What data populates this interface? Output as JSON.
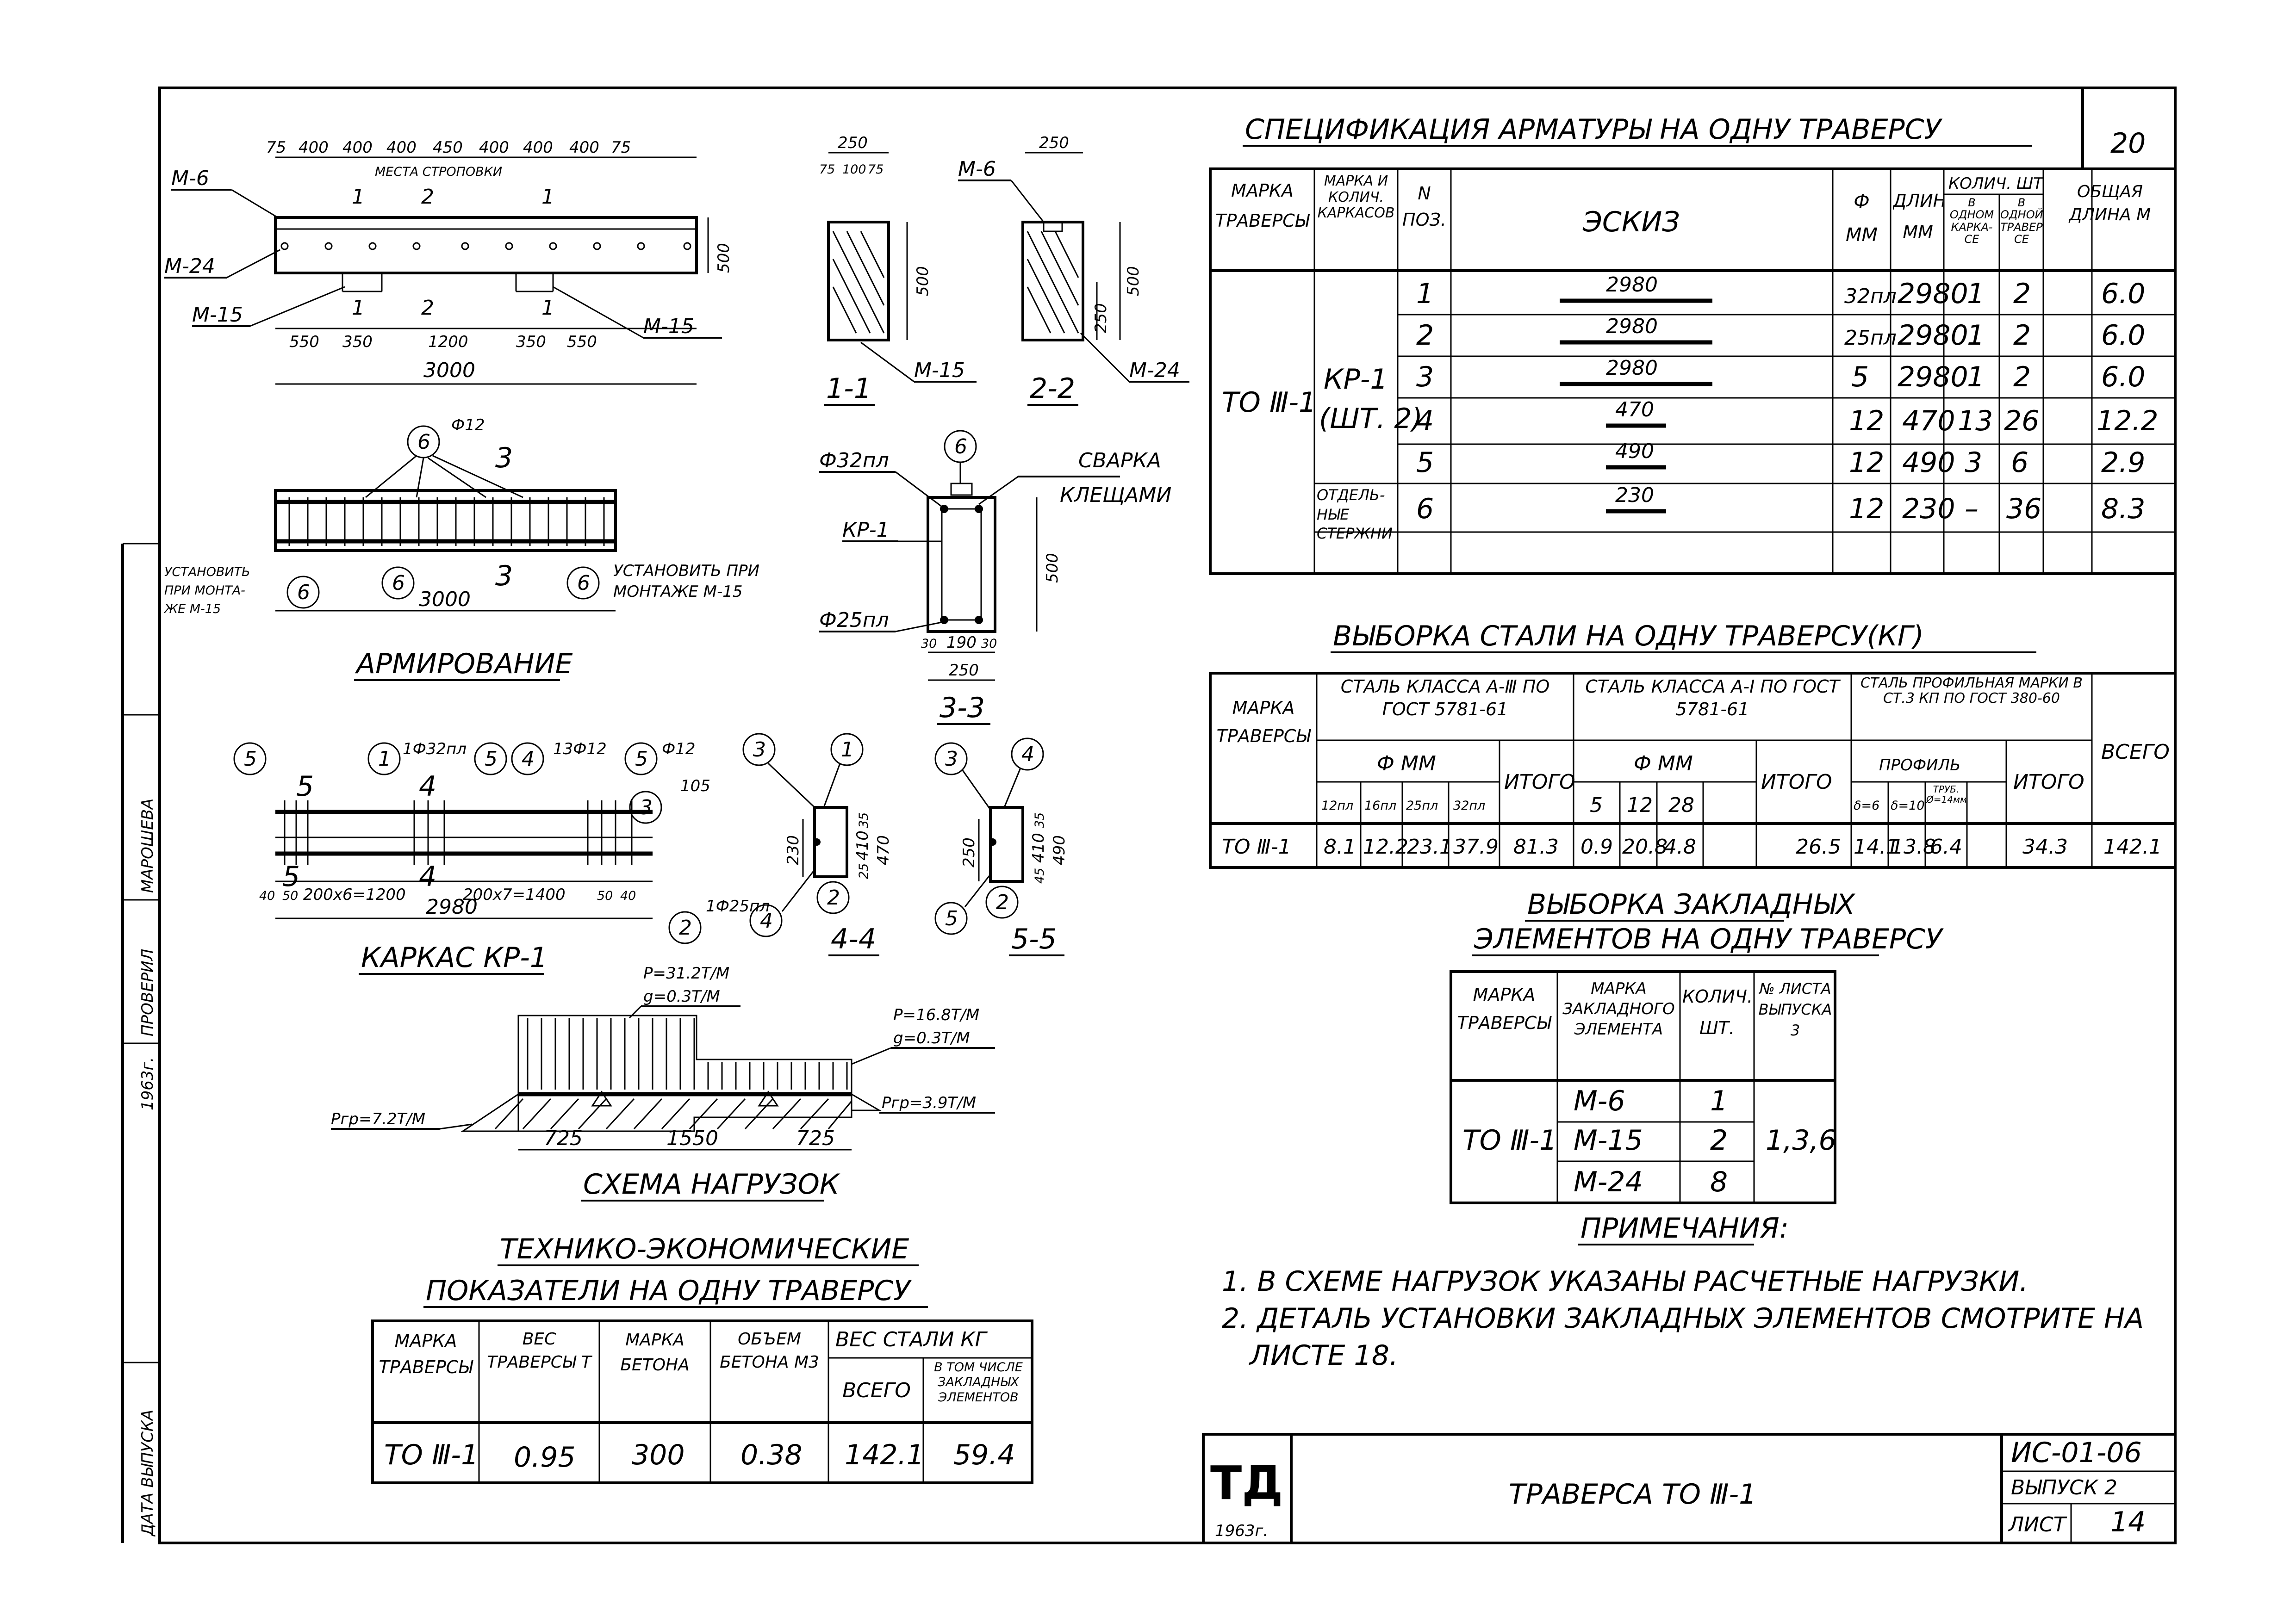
{
  "sheet": {
    "number": "20",
    "designation": "ИС-01-06",
    "issue": "ВЫПУСК 2",
    "sheet_label": "ЛИСТ",
    "sheet_no": "14",
    "title": "ТРАВЕРСА ТО Ⅲ-1",
    "logo_text": "ТД",
    "logo_year": "1963г.",
    "side_stamp": [
      "ДАТА ВЫПУСКА",
      "1963г.",
      "ПРОВЕРИЛ",
      "МАРОШЕВА"
    ]
  },
  "spec": {
    "title": "СПЕЦИФИКАЦИЯ АРМАТУРЫ НА ОДНУ ТРАВЕРСУ",
    "headers": {
      "brand": "МАРКА ТРАВЕРСЫ",
      "frames": "МАРКА И КОЛИЧ. КАРКАСОВ",
      "pos": "N ПОЗ.",
      "sketch": "ЭСКИЗ",
      "dia": "Ф ММ",
      "len": "ДЛИНА ММ",
      "qty": "КОЛИЧ. ШТ",
      "qty_frame": "В ОДНОМ КАРКА-СЕ",
      "qty_beam": "В ОДНОЙ ТРАВЕР-СЕ",
      "total": "ОБЩАЯ ДЛИНА М"
    },
    "brand": "ТО Ⅲ-1",
    "frame": [
      "КР-1",
      "(ШТ. 2)"
    ],
    "separate": "ОТДЕЛЬ- НЫЕ СТЕРЖНИ",
    "rows": [
      {
        "pos": "1",
        "sketch": "2980",
        "dia": "32пл",
        "len": "2980",
        "qf": "1",
        "qb": "2",
        "total": "6.0"
      },
      {
        "pos": "2",
        "sketch": "2980",
        "dia": "25пл",
        "len": "2980",
        "qf": "1",
        "qb": "2",
        "total": "6.0"
      },
      {
        "pos": "3",
        "sketch": "2980",
        "dia": "5",
        "len": "2980",
        "qf": "1",
        "qb": "2",
        "total": "6.0"
      },
      {
        "pos": "4",
        "sketch": "470",
        "dia": "12",
        "len": "470",
        "qf": "13",
        "qb": "26",
        "total": "12.2"
      },
      {
        "pos": "5",
        "sketch": "490",
        "dia": "12",
        "len": "490",
        "qf": "3",
        "qb": "6",
        "total": "2.9"
      },
      {
        "pos": "6",
        "sketch": "230",
        "dia": "12",
        "len": "230",
        "qf": "–",
        "qb": "36",
        "total": "8.3"
      }
    ]
  },
  "steel": {
    "title": "ВЫБОРКА СТАЛИ НА ОДНУ ТРАВЕРСУ(КГ)",
    "h_brand": "МАРКА ТРАВЕРСЫ",
    "h_a3": "СТАЛЬ КЛАССА А-Ⅲ ПО ГОСТ 5781-61",
    "h_a1": "СТАЛЬ КЛАССА А-Ⅰ ПО ГОСТ 5781-61",
    "h_prof": "СТАЛЬ ПРОФИЛЬНАЯ МАРКИ В СТ.3 КП ПО ГОСТ 380-60",
    "h_total": "ВСЕГО",
    "h_dia": "Ф ММ",
    "h_profile": "ПРОФИЛЬ",
    "h_itogo": "ИТОГО",
    "sub_a3": [
      "12пл",
      "16пл",
      "25пл",
      "32пл"
    ],
    "sub_a1": [
      "5",
      "12",
      "28"
    ],
    "sub_prof": [
      "δ=6",
      "δ=10",
      "ТРУБ. Ø=14мм"
    ],
    "row": {
      "brand": "ТО Ⅲ-1",
      "a3": [
        "8.1",
        "12.2",
        "23.1",
        "37.9"
      ],
      "a3_total": "81.3",
      "a1": [
        "0.9",
        "20.8",
        "4.8"
      ],
      "a1_total": "26.5",
      "prof": [
        "14.1",
        "13.8",
        "6.4"
      ],
      "prof_total": "34.3",
      "total": "142.1"
    }
  },
  "embed": {
    "title1": "ВЫБОРКА ЗАКЛАДНЫХ",
    "title2": "ЭЛЕМЕНТОВ НА ОДНУ ТРАВЕРСУ",
    "h_brand": "МАРКА ТРАВЕРСЫ",
    "h_elem": "МАРКА ЗАКЛАДНОГО ЭЛЕМЕНТА",
    "h_qty": "КОЛИЧ. ШТ.",
    "h_sheet": "№ ЛИСТА ВЫПУСКА 3",
    "brand": "ТО Ⅲ-1",
    "rows": [
      {
        "el": "М-6",
        "qty": "1"
      },
      {
        "el": "М-15",
        "qty": "2"
      },
      {
        "el": "М-24",
        "qty": "8"
      }
    ],
    "sheets": "1,3,6"
  },
  "notes": {
    "title": "ПРИМЕЧАНИЯ:",
    "n1": "1. В СХЕМЕ НАГРУЗОК УКАЗАНЫ РАСЧЕТНЫЕ НАГРУЗКИ.",
    "n2": "2. ДЕТАЛЬ УСТАНОВКИ ЗАКЛАДНЫХ ЭЛЕМЕНТОВ СМОТРИТЕ НА",
    "n3": "ЛИСТЕ 18."
  },
  "tech": {
    "title1": "ТЕХНИКО-ЭКОНОМИЧЕСКИЕ",
    "title2": "ПОКАЗАТЕЛИ НА ОДНУ ТРАВЕРСУ",
    "h_brand": "МАРКА ТРАВЕРСЫ",
    "h_weight": "ВЕС ТРАВЕРСЫ Т",
    "h_concrete": "МАРКА БЕТОНА",
    "h_volume": "ОБЪЕМ БЕТОНА М3",
    "h_steel": "ВЕС СТАЛИ КГ",
    "h_all": "ВСЕГО",
    "h_incl": "В ТОМ ЧИСЛЕ ЗАКЛАДНЫХ ЭЛЕМЕНТОВ",
    "row": {
      "brand": "ТО Ⅲ-1",
      "weight": "0.95",
      "concrete": "300",
      "volume": "0.38",
      "all": "142.1",
      "incl": "59.4"
    }
  },
  "beam": {
    "top_dims": [
      "75",
      "400",
      "400",
      "400",
      "450",
      "400",
      "400",
      "400",
      "75"
    ],
    "bottom_dims": [
      "550",
      "350",
      "1200",
      "350",
      "550"
    ],
    "total": "3000",
    "height": "500",
    "lift_label": "МЕСТА СТРОПОВКИ",
    "labels": [
      "М-6",
      "М-24",
      "М-15",
      "М-15"
    ],
    "cut_marks": [
      "1",
      "2",
      "1",
      "1",
      "2",
      "1"
    ]
  },
  "sec11": {
    "dims": [
      "250",
      "75",
      "100",
      "75"
    ],
    "h": "500",
    "label": "М-15",
    "title": "1-1"
  },
  "sec22": {
    "w": "250",
    "h1": "250",
    "h2": "500",
    "labels": [
      "М-6",
      "М-24"
    ],
    "title": "2-2"
  },
  "arm": {
    "title": "АРМИРОВАНИЕ",
    "phi": "Ф12",
    "len": "3000",
    "cut": "3",
    "pos": "6",
    "note_l": [
      "УСТАНОВИТЬ",
      "ПРИ МОНТА-",
      "ЖЕ М-15"
    ],
    "note_r": [
      "УСТАНОВИТЬ ПРИ",
      "МОНТАЖЕ М-15"
    ]
  },
  "sec33": {
    "title": "3-3",
    "labels": [
      "Ф32пл",
      "КР-1",
      "Ф25пл"
    ],
    "weld": [
      "СВАРКА",
      "КЛЕЩАМИ"
    ],
    "dims": [
      "30",
      "190",
      "30",
      "250"
    ],
    "h": "500",
    "pos": "6"
  },
  "frame": {
    "title": "КАРКАС КР-1",
    "len": "2980",
    "d1": "200x6=1200",
    "d2": "200x7=1400",
    "ends": [
      "40",
      "50",
      "50",
      "40"
    ],
    "labels": [
      "1Ф32пл",
      "13Ф12",
      "Ф12",
      "1Ф25пл"
    ],
    "pos": [
      "5",
      "1",
      "5",
      "4",
      "5",
      "3",
      "2"
    ],
    "cuts": [
      "5",
      "4",
      "5"
    ],
    "d105": "105"
  },
  "sec44": {
    "title": "4-4",
    "dims": [
      "35",
      "410",
      "25",
      "470",
      "230"
    ],
    "pos": [
      "3",
      "1",
      "2",
      "4"
    ]
  },
  "sec55": {
    "title": "5-5",
    "dims": [
      "35",
      "410",
      "45",
      "490",
      "250"
    ],
    "pos": [
      "3",
      "4",
      "5",
      "2"
    ]
  },
  "loads": {
    "title": "СХЕМА НАГРУЗОК",
    "p1": "P=31.2Т/М",
    "g1": "g=0.3Т/М",
    "p2": "P=16.8Т/М",
    "g2": "g=0.3Т/М",
    "r1": "Ргр=7.2Т/М",
    "r2": "Ргр=3.9Т/М",
    "dims": [
      "725",
      "1550",
      "725"
    ]
  }
}
